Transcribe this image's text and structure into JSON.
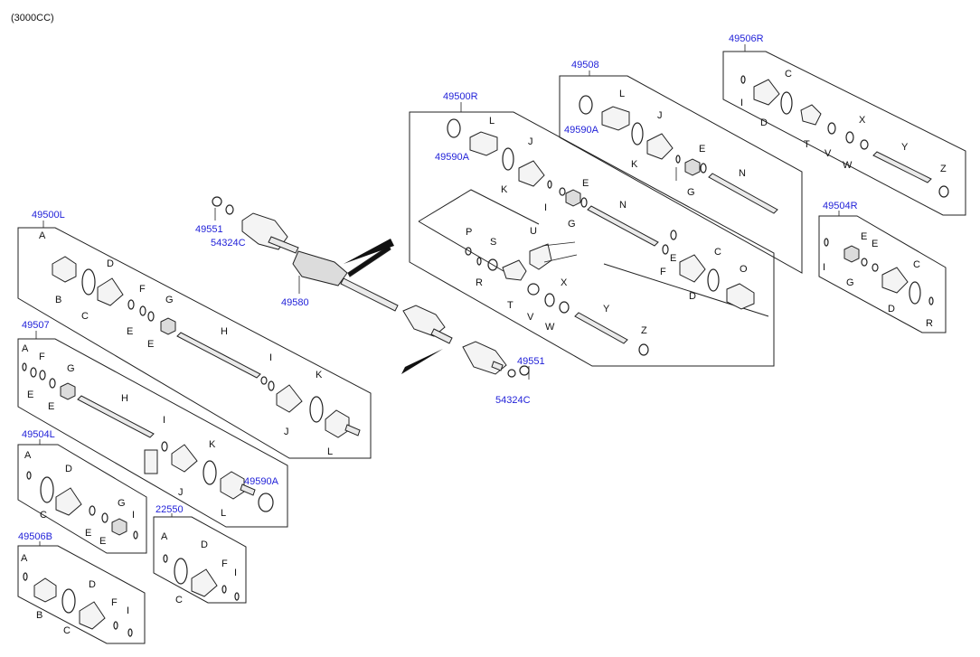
{
  "header": {
    "engine": "(3000CC)"
  },
  "assemblies": {
    "a49500L": "49500L",
    "a49507": "49507",
    "a49504L": "49504L",
    "a49506B": "49506B",
    "a22550": "22550",
    "a49500R": "49500R",
    "a49508": "49508",
    "a49506R": "49506R",
    "a49504R": "49504R"
  },
  "part_numbers": {
    "p49551": "49551",
    "p54324C": "54324C",
    "p49580": "49580",
    "p49590A": "49590A"
  },
  "letters": {
    "A": "A",
    "B": "B",
    "C": "C",
    "D": "D",
    "E": "E",
    "F": "F",
    "G": "G",
    "H": "H",
    "I": "I",
    "J": "J",
    "K": "K",
    "L": "L",
    "N": "N",
    "O": "O",
    "P": "P",
    "R": "R",
    "S": "S",
    "T": "T",
    "U": "U",
    "V": "V",
    "W": "W",
    "X": "X",
    "Y": "Y",
    "Z": "Z"
  },
  "colors": {
    "link": "#1f1fd8",
    "text": "#111111",
    "line": "#222222"
  }
}
